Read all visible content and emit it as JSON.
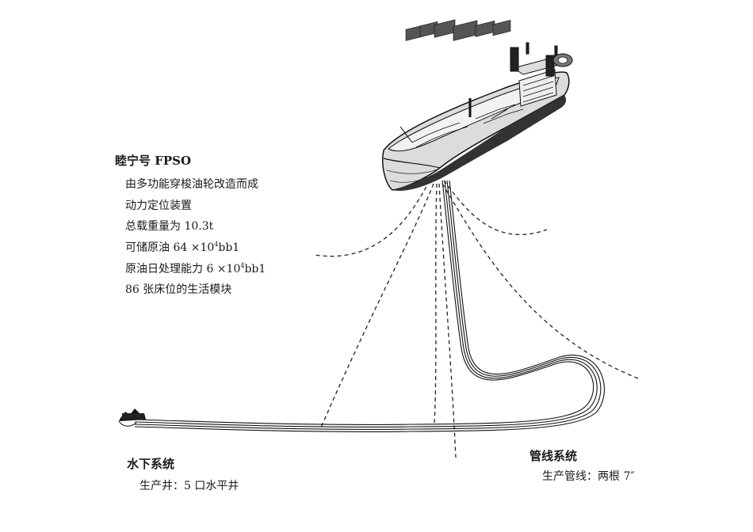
{
  "fpso": {
    "title": "睦宁号 FPSO",
    "lines": [
      "由多功能穿梭油轮改造而成",
      "动力定位装置",
      "总载重量为 10.3t"
    ],
    "storage": {
      "prefix": "可储原油 64 ×10",
      "exp": "4",
      "suffix": "bb1"
    },
    "processing": {
      "prefix": "原油日处理能力 6 ×10",
      "exp": "4",
      "suffix": "bb1"
    },
    "beds": "86 张床位的生活模块"
  },
  "subsea": {
    "title": "水下系统",
    "detail": "生产井：5 口水平井"
  },
  "pipeline": {
    "title": "管线系统",
    "detail": "生产管线：两根 7″"
  }
}
